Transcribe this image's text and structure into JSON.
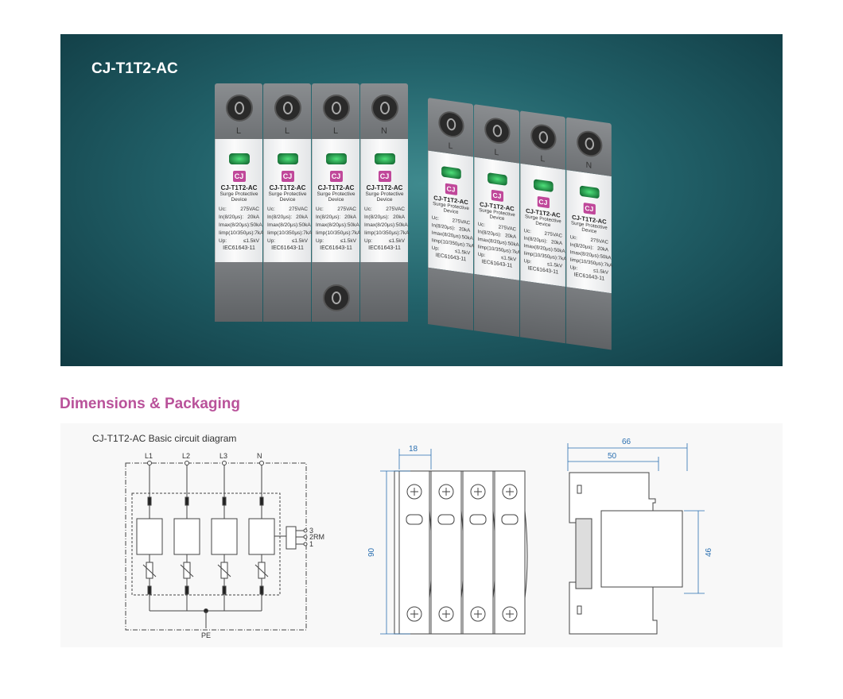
{
  "banner": {
    "title": "CJ-T1T2-AC"
  },
  "module": {
    "logo": "CJ",
    "name": "CJ-T1T2-AC",
    "desc1": "Surge Protective",
    "desc2": "Device",
    "specs": [
      [
        "Uc:",
        "275VAC"
      ],
      [
        "In(8/20μs):",
        "20kA"
      ],
      [
        "Imax(8/20μs):",
        "50kA"
      ],
      [
        "Iimp(10/350μs):",
        "7kA"
      ],
      [
        "Up:",
        "≤1.5kV"
      ]
    ],
    "standard": "IEC61643-11"
  },
  "terminals": [
    "L",
    "L",
    "L",
    "N"
  ],
  "section": {
    "title": "Dimensions & Packaging"
  },
  "diagram": {
    "title": "CJ-T1T2-AC Basic circuit diagram",
    "lines": [
      "L1",
      "L2",
      "L3",
      "N"
    ],
    "ground": "PE",
    "remote": [
      "3",
      "2RM",
      "1"
    ]
  },
  "dimensions": {
    "module_width": "18",
    "height": "90",
    "depth_total": "66",
    "depth_front": "50",
    "rail_height": "46"
  }
}
